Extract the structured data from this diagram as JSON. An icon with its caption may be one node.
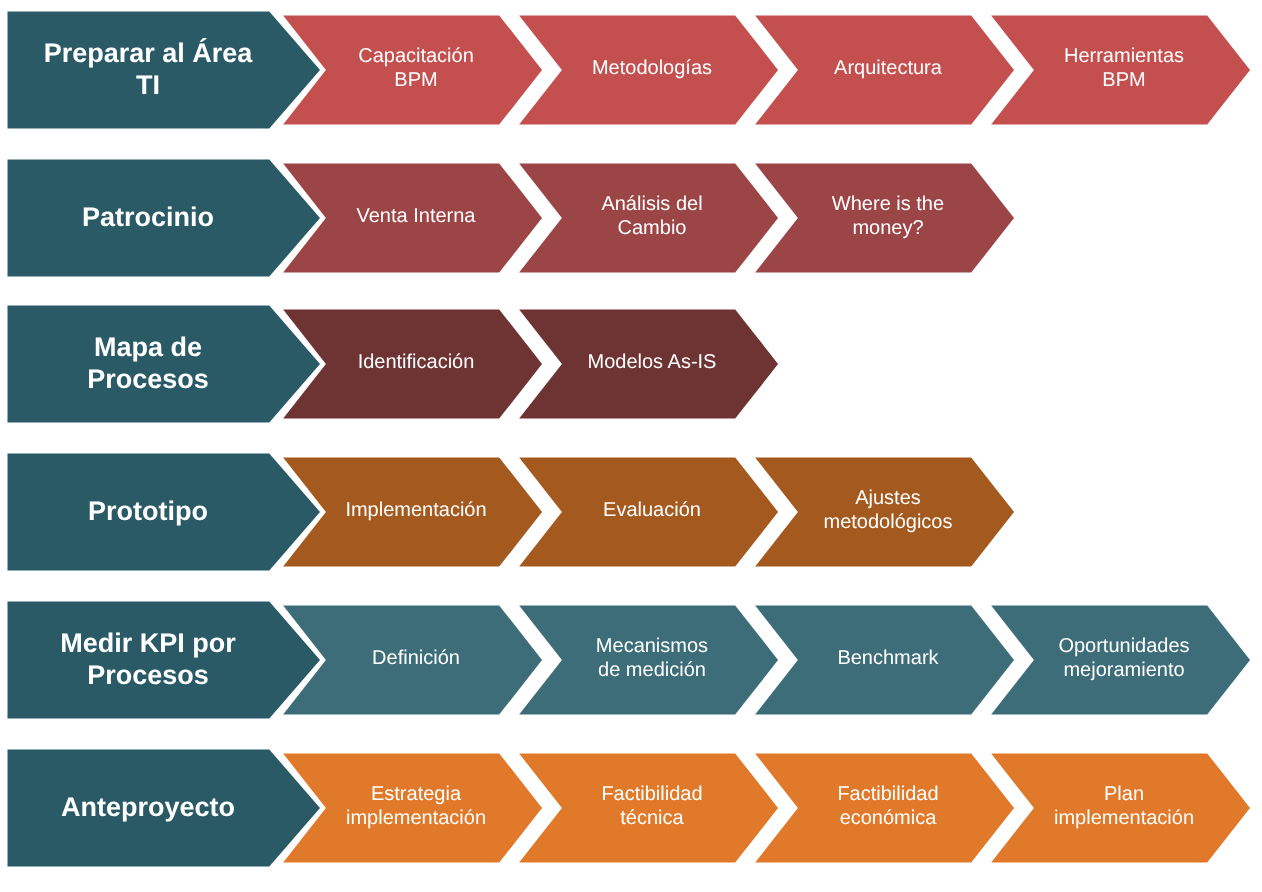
{
  "diagram": {
    "nodes": [
      {
        "text": [
          "Preparar al Área TI"
        ]
      },
      {
        "text": [
          "Capacitación BPM"
        ]
      },
      {
        "text": [
          "Metodologías"
        ]
      },
      {
        "text": [
          "Arquitectura"
        ]
      },
      {
        "text": [
          "Herramientas BPM"
        ]
      },
      {
        "text": [
          "Patrocinio"
        ]
      },
      {
        "text": [
          "Venta Interna"
        ]
      },
      {
        "text": [
          "Análisis del Cambio"
        ]
      },
      {
        "text": [
          "Where is the money?"
        ]
      },
      {
        "text": [
          "Mapa de Procesos"
        ]
      },
      {
        "text": [
          "Identificación"
        ]
      },
      {
        "text": [
          "Modelos As-IS"
        ]
      },
      {
        "text": [
          "Prototipo"
        ]
      },
      {
        "text": [
          "Implementación"
        ]
      },
      {
        "text": [
          "Evaluación"
        ]
      },
      {
        "text": [
          "Ajustes metodológicos"
        ]
      },
      {
        "text": [
          "Medir KPI por Procesos"
        ]
      },
      {
        "text": [
          "Definición"
        ]
      },
      {
        "text": [
          "Mecanismos de medición"
        ]
      },
      {
        "text": [
          "Benchmark"
        ]
      },
      {
        "text": [
          "Oportunidades mejoramiento"
        ]
      },
      {
        "text": [
          "Anteproyecto"
        ]
      },
      {
        "text": [
          "Estrategia implementación"
        ]
      },
      {
        "text": [
          "Factibilidad técnica"
        ]
      },
      {
        "text": [
          "Factibilidad económica"
        ]
      },
      {
        "text": [
          "Plan implementación"
        ]
      }
    ]
  }
}
